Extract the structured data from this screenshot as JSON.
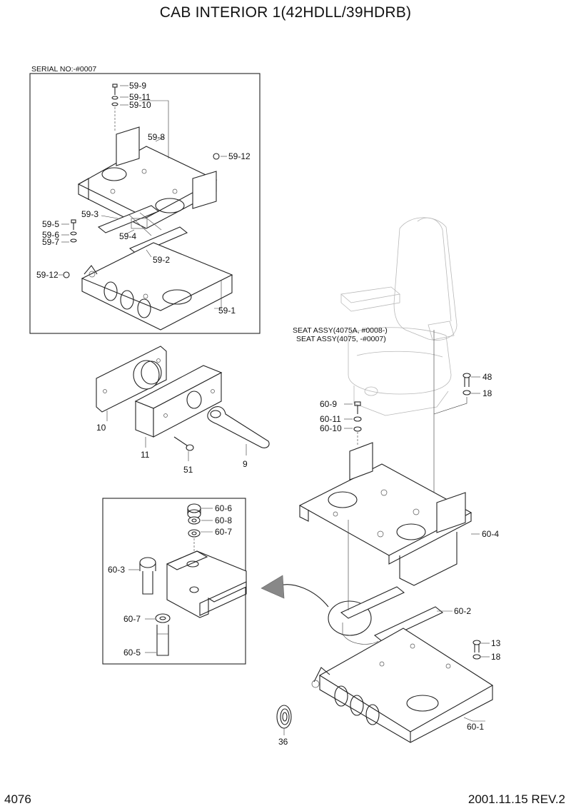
{
  "page": {
    "title": "CAB INTERIOR 1(42HDLL/39HDRB)",
    "page_number": "4076",
    "date_rev": "2001.11.15  REV.2"
  },
  "inset_serial": {
    "header": "SERIAL NO:-#0007",
    "labels": [
      "59-9",
      "59-11",
      "59-10",
      "59-8",
      "59-12",
      "59-3",
      "59-5",
      "59-6",
      "59-7",
      "59-4",
      "59-2",
      "59-12",
      "59-1"
    ]
  },
  "seat": {
    "assy_line1": "SEAT ASSY(4075A, #0008-)",
    "assy_line2": "SEAT ASSY(4075, -#0007)"
  },
  "loose_parts": {
    "labels": [
      "10",
      "11",
      "51",
      "9"
    ]
  },
  "detail_inset": {
    "labels": [
      "60-6",
      "60-8",
      "60-7",
      "60-3",
      "60-7",
      "60-5"
    ]
  },
  "main_assembly": {
    "labels": [
      "48",
      "18",
      "60-9",
      "60-11",
      "60-10",
      "60-4",
      "60-2",
      "13",
      "18",
      "36",
      "60-1"
    ]
  }
}
